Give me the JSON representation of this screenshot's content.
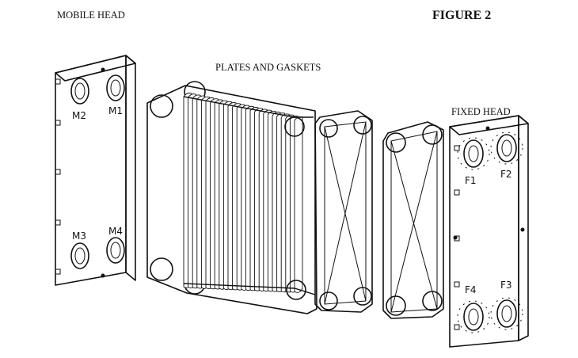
{
  "figure_label": "FIGURE 2",
  "captions": {
    "mobile_head": "MOBILE HEAD",
    "plates_and_gaskets": "PLATES AND GASKETS",
    "fixed_head": "FIXED HEAD"
  },
  "port_labels": {
    "m1": "M1",
    "m2": "M2",
    "m3": "M3",
    "m4": "M4",
    "f1": "F1",
    "f2": "F2",
    "f3": "F3",
    "f4": "F4"
  },
  "colors": {
    "line": "#111111",
    "background": "#ffffff"
  }
}
